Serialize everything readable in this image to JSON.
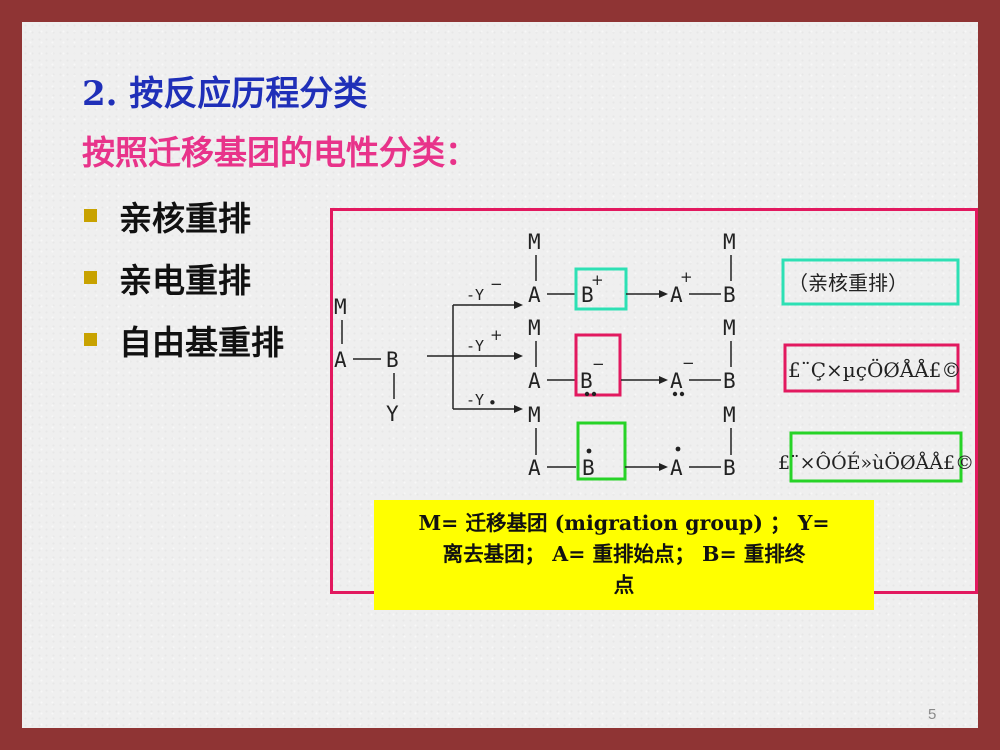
{
  "slide": {
    "heading": "2.  按反应历程分类",
    "subheading": "按照迁移基团的电性分类：",
    "bullets": [
      "亲核重排",
      "亲电重排",
      "自由基重排"
    ],
    "page_number": "5"
  },
  "diagram": {
    "start": {
      "m": "M",
      "a": "A",
      "b": "B",
      "y": "Y"
    },
    "paths": [
      {
        "leaving": "-Y",
        "leaving_charge": "−",
        "intermediate": {
          "m": "M",
          "a": "A",
          "b": "B",
          "mark": "+"
        },
        "product": {
          "m": "M",
          "a": "A",
          "b": "B",
          "mark": "+"
        },
        "type_label": "（亲核重排）",
        "box_color": "#2de0b4"
      },
      {
        "leaving": "-Y",
        "leaving_charge": "+",
        "intermediate": {
          "m": "M",
          "a": "A",
          "b": "B",
          "mark": "−"
        },
        "product": {
          "m": "M",
          "a": "A",
          "b": "B",
          "mark": "−"
        },
        "type_label": "£¨Ç×µçÖØÅÅ£©",
        "box_color": "#e2195f"
      },
      {
        "leaving": "-Y",
        "leaving_charge": "•",
        "intermediate": {
          "m": "M",
          "a": "A",
          "b": "B",
          "mark": "•"
        },
        "product": {
          "m": "M",
          "a": "A",
          "b": "B",
          "mark": "•"
        },
        "type_label": "£¨×ÔÓÉ»ùÖØÅÅ£©",
        "box_color": "#27d327"
      }
    ]
  },
  "legend": {
    "line1": "M= 迁移基团 (migration group) ； Y=",
    "line2": "离去基团； A= 重排始点； B= 重排终",
    "line3": "点"
  }
}
